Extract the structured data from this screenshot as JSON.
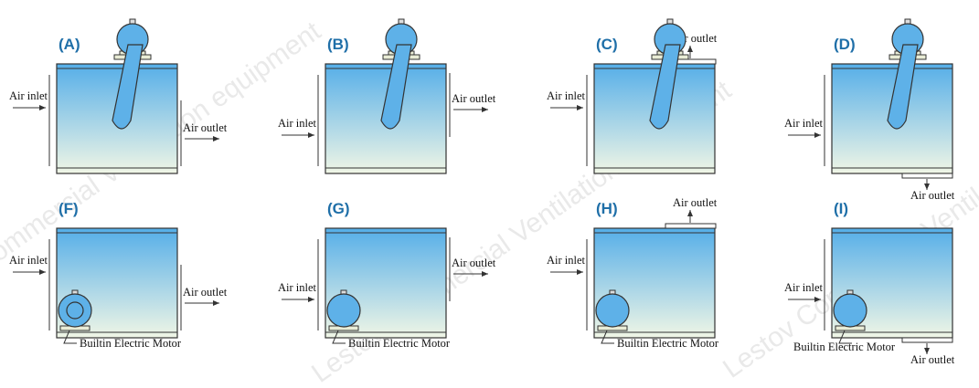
{
  "labels": {
    "air_inlet": "Air inlet",
    "air_outlet": "Air outlet",
    "motor": "Builtin Electric Motor"
  },
  "watermark": {
    "line1": "Commercial Ventilation equipment",
    "line2": "Lestov Commercial Ventilation equipment"
  },
  "colors": {
    "box_top": "#55aee8",
    "box_bottom": "#f0f6e6",
    "fan": "#5eb1e8",
    "outline": "#333333",
    "label": "#1f6fa8"
  },
  "panels": [
    {
      "id": "A",
      "label": "(A)",
      "motor": "external",
      "inlet": "left-upper",
      "outlet": "right-lower"
    },
    {
      "id": "B",
      "label": "(B)",
      "motor": "external",
      "inlet": "left-lower",
      "outlet": "right-upper"
    },
    {
      "id": "C",
      "label": "(C)",
      "motor": "external",
      "inlet": "left-upper",
      "outlet": "top"
    },
    {
      "id": "D",
      "label": "(D)",
      "motor": "external",
      "inlet": "left-lower",
      "outlet": "bottom"
    },
    {
      "id": "F",
      "label": "(F)",
      "motor": "builtin",
      "inlet": "left-upper",
      "outlet": "right-lower"
    },
    {
      "id": "G",
      "label": "(G)",
      "motor": "builtin",
      "inlet": "left-lower",
      "outlet": "right-upper"
    },
    {
      "id": "H",
      "label": "(H)",
      "motor": "builtin",
      "inlet": "left-upper",
      "outlet": "top"
    },
    {
      "id": "I",
      "label": "(I)",
      "motor": "builtin",
      "inlet": "left-lower",
      "outlet": "bottom"
    }
  ]
}
